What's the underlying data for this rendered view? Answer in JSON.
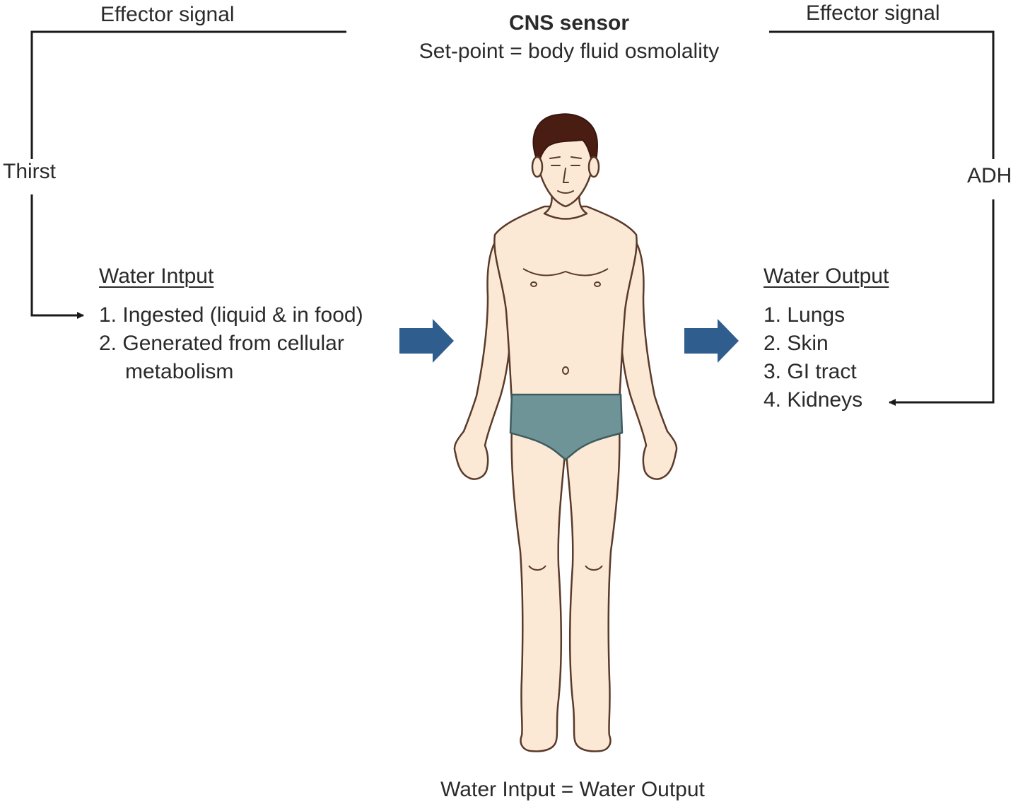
{
  "sensor": {
    "title": "CNS sensor",
    "subtitle": "Set-point = body fluid osmolality"
  },
  "left_loop": {
    "effector_label": "Effector signal",
    "signal": "Thirst"
  },
  "right_loop": {
    "effector_label": "Effector signal",
    "signal": "ADH"
  },
  "input": {
    "heading": "Water Intput",
    "items": [
      "1. Ingested (liquid & in food)",
      "2. Generated from cellular",
      "metabolism"
    ]
  },
  "output": {
    "heading": "Water Output",
    "items": [
      "1. Lungs",
      "2. Skin",
      "3. GI tract",
      "4. Kidneys"
    ]
  },
  "balance": "Water Intput = Water Output",
  "colors": {
    "arrow_fill": "#2f5d8e",
    "line": "#1a1a1a",
    "skin": "#fbe9d6",
    "skin_outline": "#5a3a2a",
    "hair": "#4a1d12",
    "briefs": "#6f9498"
  },
  "icons": {
    "flow_arrow": "block-arrow-right",
    "signal_arrow": "line-arrowhead"
  }
}
